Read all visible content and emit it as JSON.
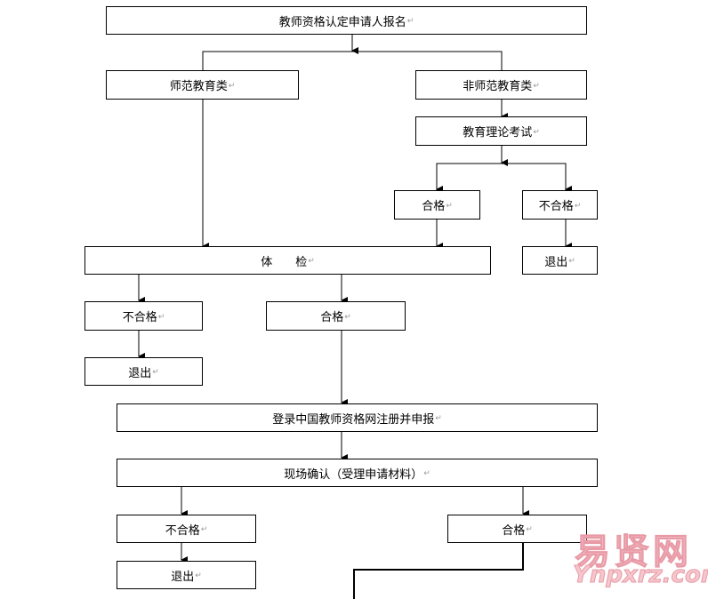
{
  "nodes": {
    "apply": "教师资格认定申请人报名",
    "normal": "师范教育类",
    "non_normal": "非师范教育类",
    "theory_exam": "教育理论考试",
    "exam_pass": "合格",
    "exam_fail": "不合格",
    "exam_exit": "退出",
    "physical": "体　　检",
    "phys_fail": "不合格",
    "phys_pass": "合格",
    "phys_exit": "退出",
    "register": "登录中国教师资格网注册并申报",
    "confirm": "现场确认（受理申请材料）",
    "confirm_fail": "不合格",
    "confirm_pass": "合格",
    "confirm_exit": "退出"
  },
  "return_mark": "↵",
  "watermark": {
    "cn": "易贤网",
    "en": "Ynpxrz.com"
  },
  "colors": {
    "line": "#000000",
    "watermark": "#f5c6cc"
  }
}
